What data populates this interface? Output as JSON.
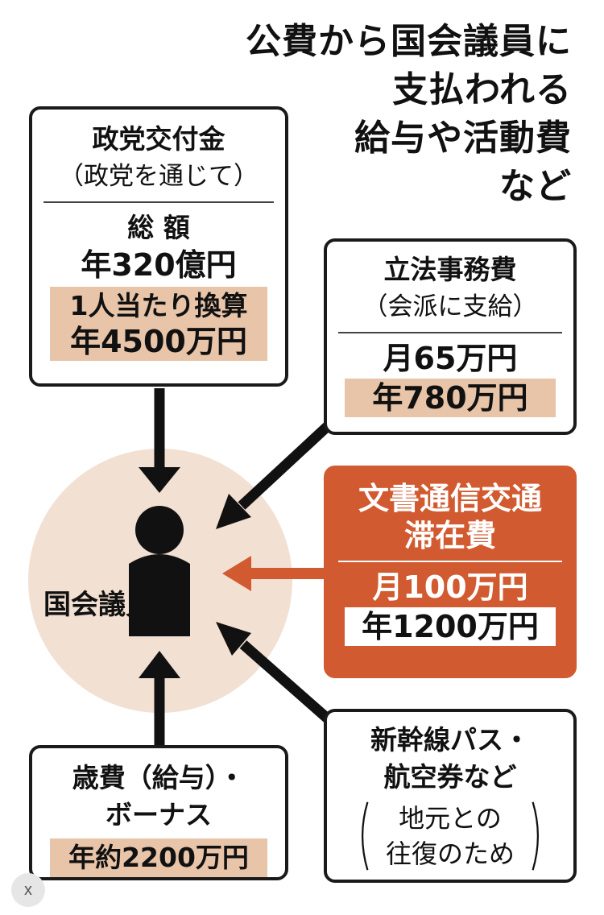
{
  "title": [
    "公費から国会議員に",
    "支払われる",
    "給与や活動費",
    "など"
  ],
  "center_label": "国会議員",
  "box_party": {
    "name": "政党交付金",
    "note": "（政党を通じて）",
    "total_label": "総 額",
    "total_value": "年320億円",
    "per_person_label": "1人当たり換算",
    "per_person_value": "年4500万円"
  },
  "box_legislative": {
    "name": "立法事務費",
    "note": "（会派に支給）",
    "monthly": "月65万円",
    "yearly": "年780万円"
  },
  "box_document": {
    "name_line1": "文書通信交通",
    "name_line2": "滞在費",
    "monthly": "月100万円",
    "yearly": "年1200万円"
  },
  "box_salary": {
    "name_line1": "歳費（給与）・",
    "name_line2": "ボーナス",
    "yearly": "年約2200万円"
  },
  "box_transport": {
    "name_line1": "新幹線パス・",
    "name_line2": "航空券など",
    "note_line1": "地元との",
    "note_line2": "往復のため"
  },
  "close_button": "x",
  "colors": {
    "orange": "#d25a30",
    "highlight": "#e8c4a8",
    "circle": "#f2e0d2",
    "text": "#111111"
  }
}
